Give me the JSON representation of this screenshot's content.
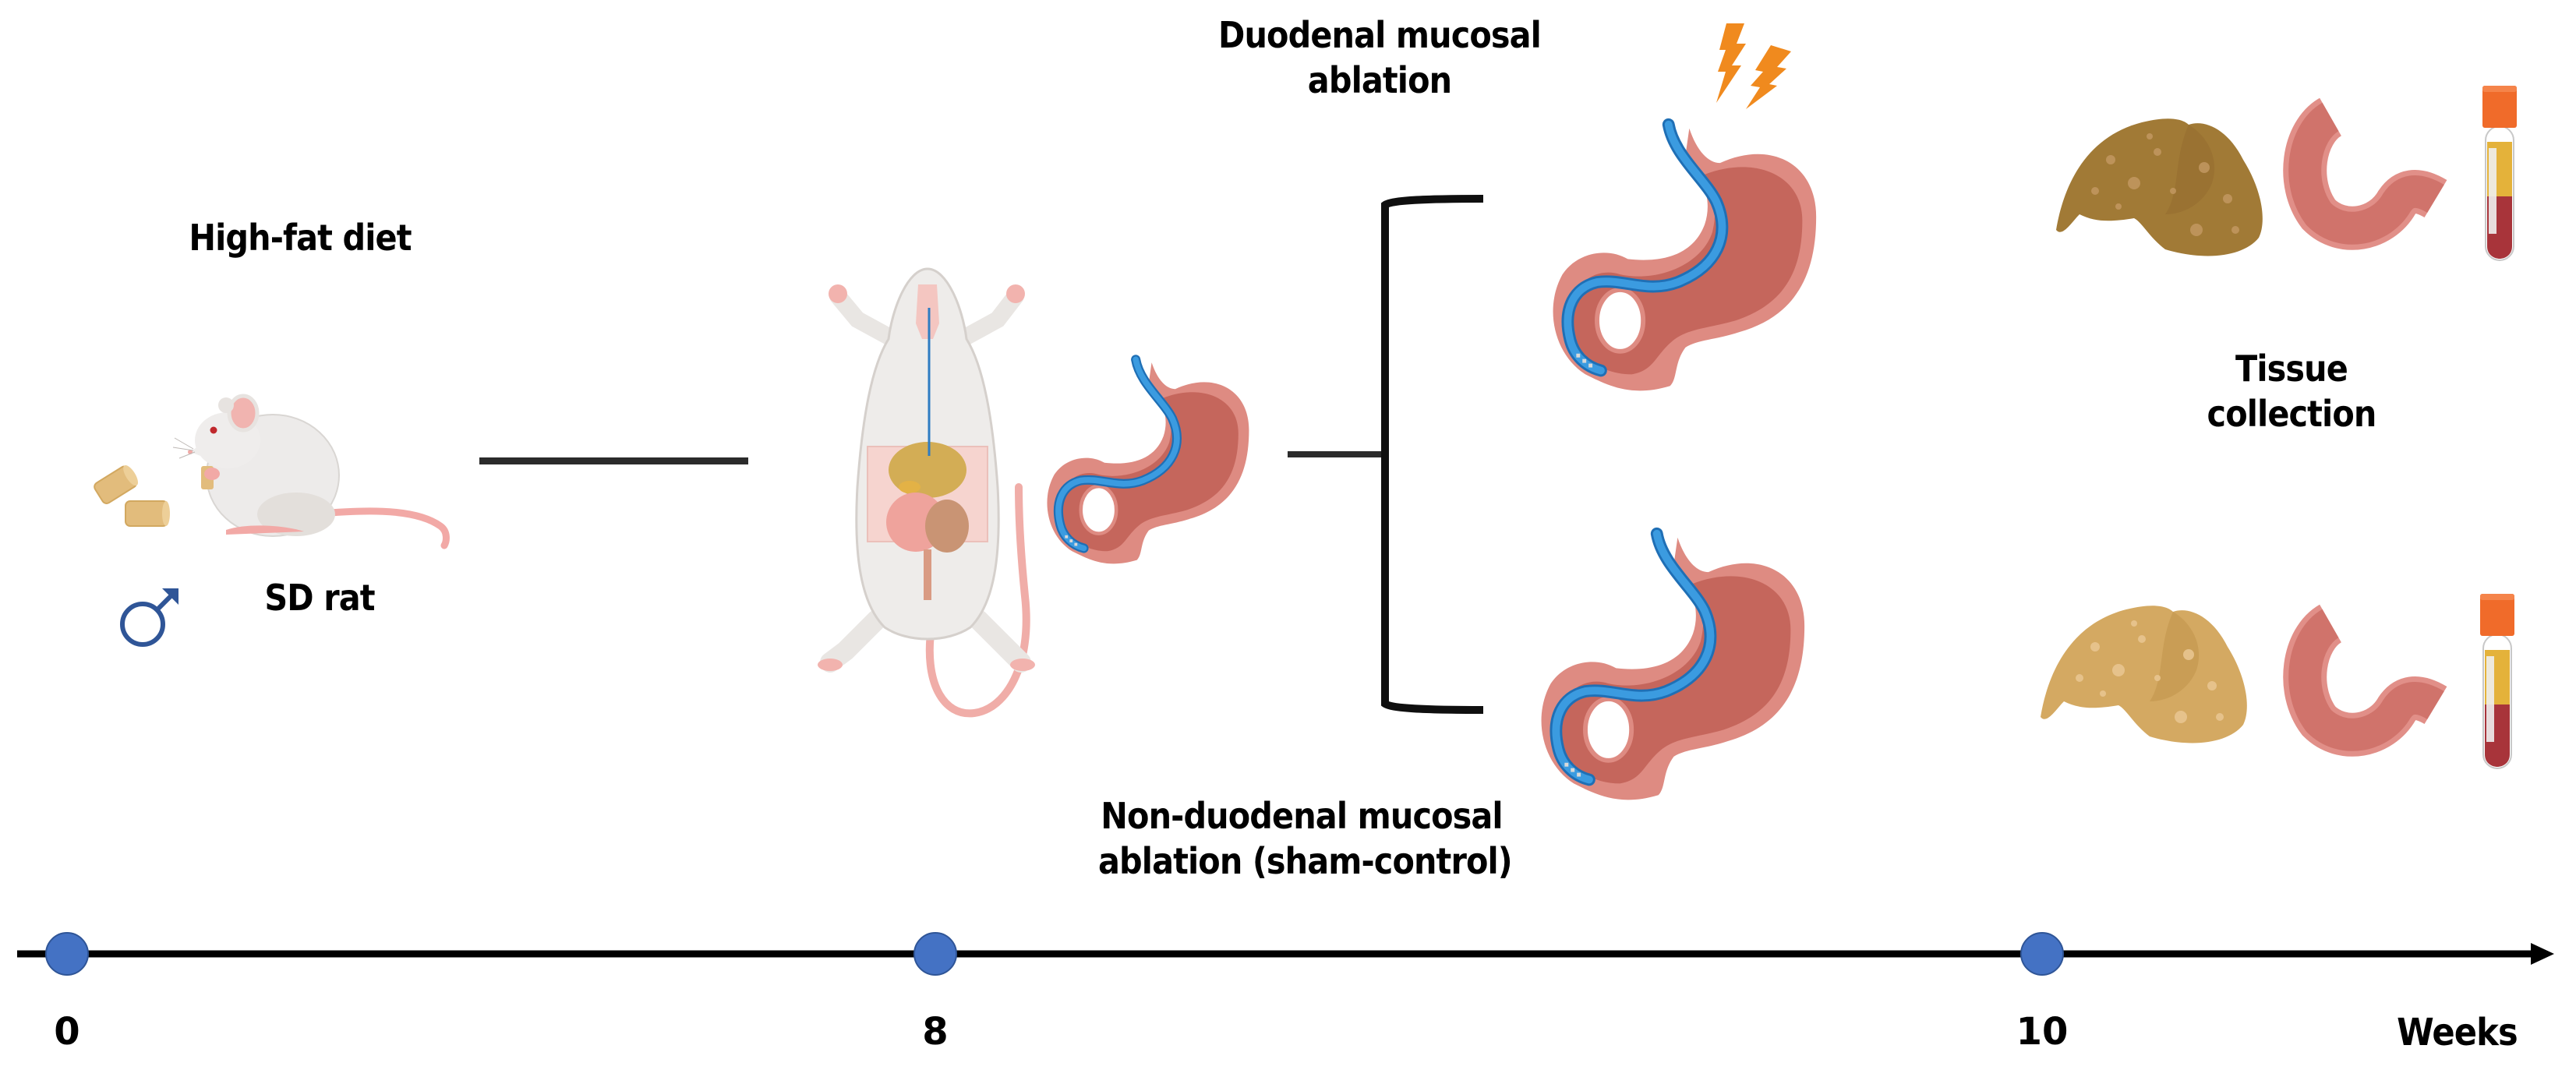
{
  "labels": {
    "high_fat_diet": "High-fat diet",
    "sd_rat": "SD rat",
    "male_symbol": "♂",
    "duodenal_ablation": [
      "Duodenal mucosal",
      "ablation"
    ],
    "sham_control": [
      "Non-duodenal mucosal",
      "ablation (sham-control)"
    ],
    "tissue_collection": [
      "Tissue",
      "collection"
    ]
  },
  "timeline": {
    "unit_label": "Weeks",
    "ticks": [
      {
        "value": 0,
        "label": "0"
      },
      {
        "value": 8,
        "label": "8"
      },
      {
        "value": 10,
        "label": "10"
      }
    ]
  },
  "icons": [
    "rat-eating-icon",
    "food-pellet-icon",
    "male-symbol-icon",
    "dissected-rat-icon",
    "stomach-catheter-icon",
    "lightning-icon",
    "liver-icon",
    "intestine-icon",
    "blood-tube-icon"
  ],
  "colors": {
    "timeline_dot": "#4472C4",
    "catheter": "#2E8BD6",
    "stomach": "#CD6A60",
    "lightning": "#F08A1E",
    "liver_ablation": "#A17A36",
    "liver_sham": "#D4A962",
    "male_symbol": "#2F5597"
  }
}
